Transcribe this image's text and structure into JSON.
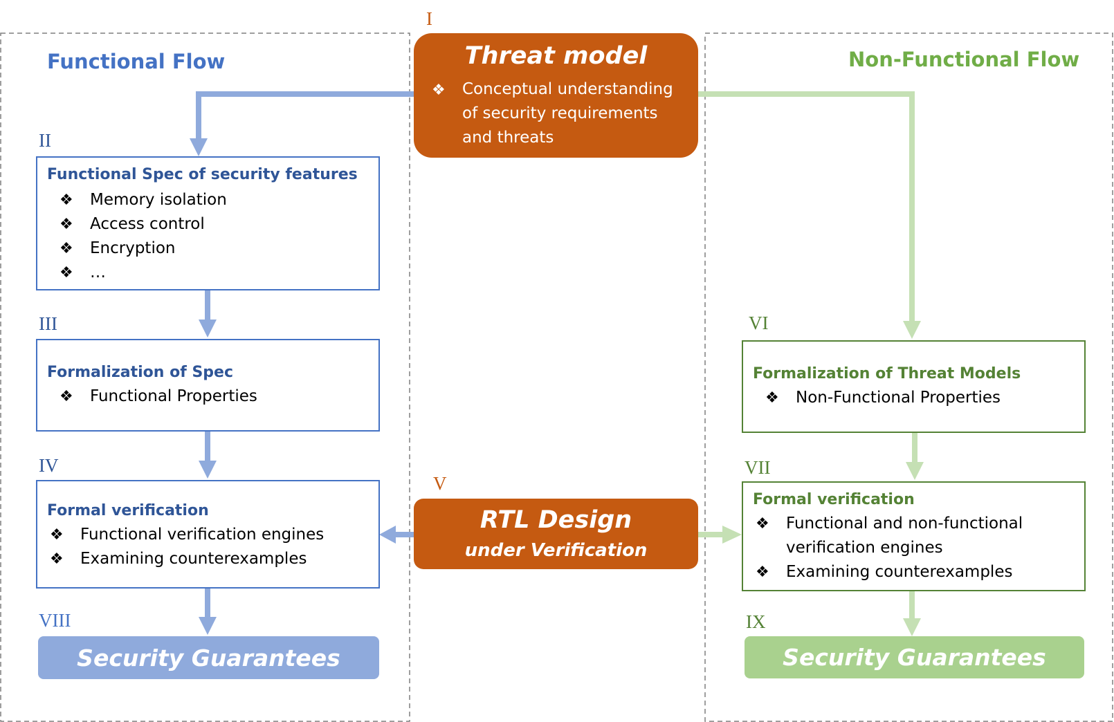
{
  "colors": {
    "functional_blue": "#4472c4",
    "functional_dark": "#2f5597",
    "arrow_blue": "#8faadc",
    "nonfunctional_green": "#70ad47",
    "nonfunctional_dark": "#548235",
    "arrow_green": "#c5e0b4",
    "guarantee_green": "#a9d18e",
    "orange": "#c55a11",
    "dashed_border": "#7f7f7f"
  },
  "functional_flow": {
    "title": "Functional Flow"
  },
  "nonfunctional_flow": {
    "title": "Non-Functional Flow"
  },
  "threat_model": {
    "numeral": "I",
    "title": "Threat model",
    "bullet_lines": [
      "Conceptual understanding",
      "of security requirements",
      "and threats"
    ]
  },
  "functional_spec": {
    "numeral": "II",
    "title": "Functional Spec of security features",
    "items": [
      "Memory isolation",
      "Access control",
      "Encryption",
      "…"
    ]
  },
  "formalization_spec": {
    "numeral": "III",
    "title": "Formalization of Spec",
    "items": [
      "Functional Properties"
    ]
  },
  "formal_verification_functional": {
    "numeral": "IV",
    "title": "Formal verification",
    "items": [
      "Functional verification engines",
      "Examining counterexamples"
    ]
  },
  "rtl_design": {
    "numeral": "V",
    "title": "RTL Design",
    "subtitle": "under Verification"
  },
  "formalization_threat_models": {
    "numeral": "VI",
    "title": "Formalization of Threat Models",
    "items": [
      "Non-Functional Properties"
    ]
  },
  "formal_verification_nonfunctional": {
    "numeral": "VII",
    "title": "Formal verification",
    "items": [
      {
        "lines": [
          "Functional and non-functional",
          "verification engines"
        ]
      },
      {
        "lines": [
          "Examining counterexamples"
        ]
      }
    ]
  },
  "guarantees_functional": {
    "numeral": "VIII",
    "label": "Security Guarantees"
  },
  "guarantees_nonfunctional": {
    "numeral": "IX",
    "label": "Security Guarantees"
  }
}
